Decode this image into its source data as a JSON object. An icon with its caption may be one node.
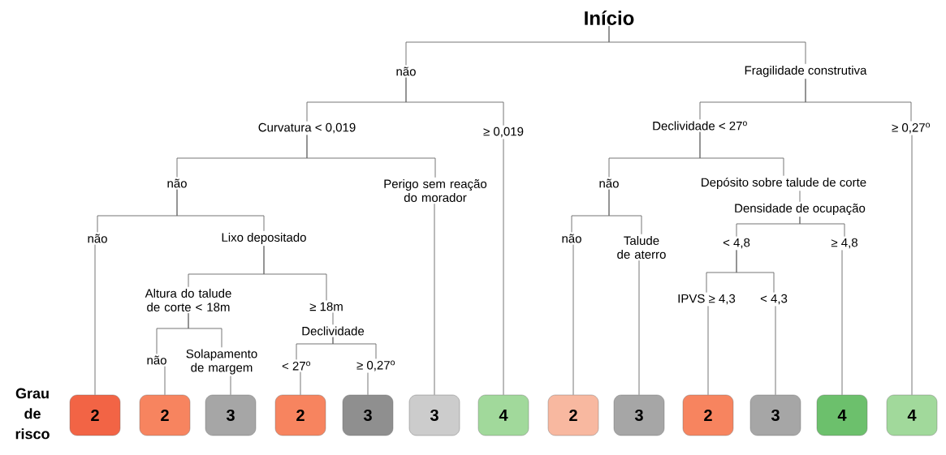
{
  "diagram": {
    "title": "Início",
    "nodes": [
      {
        "text": [
          "não"
        ]
      },
      {
        "text": [
          "Fragilidade construtiva"
        ]
      },
      {
        "text": [
          "Curvatura < 0,019"
        ]
      },
      {
        "text": [
          "≥ 0,019"
        ]
      },
      {
        "text": [
          "Declividade < 27$^{o}$"
        ]
      },
      {
        "text": [
          "≥ 0,27$^{o}$"
        ]
      },
      {
        "text": [
          "não"
        ]
      },
      {
        "text": [
          "Perigo sem reação do morador"
        ]
      },
      {
        "text": [
          "não"
        ]
      },
      {
        "text": [
          "Depósito sobre talude de corte"
        ]
      },
      {
        "text": [
          "não"
        ]
      },
      {
        "text": [
          "Lixo depositado"
        ]
      },
      {
        "text": [
          "não"
        ]
      },
      {
        "text": [
          "Talude de aterro"
        ]
      },
      {
        "text": [
          "Densidade de ocupação"
        ]
      },
      {
        "text": [
          "< 4,8"
        ]
      },
      {
        "text": [
          "≥ 4,8"
        ]
      },
      {
        "text": [
          "Altura do talude de corte < 18m"
        ]
      },
      {
        "text": [
          "≥ 18m"
        ]
      },
      {
        "text": [
          "IPVS ≥ 4,3"
        ]
      },
      {
        "text": [
          "< 4,3"
        ]
      },
      {
        "text": [
          "Declividade"
        ]
      },
      {
        "text": [
          "não"
        ]
      },
      {
        "text": [
          "Solapamento de margem"
        ]
      },
      {
        "text": [
          "< 27$^{o}$"
        ]
      },
      {
        "text": [
          "≥ 0,27$^{o}$"
        ]
      },
      {
        "text": [
          "2"
        ]
      },
      {
        "text": [
          "2"
        ]
      },
      {
        "text": [
          "3"
        ]
      },
      {
        "text": [
          "2"
        ]
      },
      {
        "text": [
          "3"
        ]
      },
      {
        "text": [
          "3"
        ]
      },
      {
        "text": [
          "4"
        ]
      },
      {
        "text": [
          "2"
        ]
      },
      {
        "text": [
          "3"
        ]
      },
      {
        "text": [
          "2"
        ]
      },
      {
        "text": [
          "3"
        ]
      },
      {
        "text": [
          "4"
        ]
      },
      {
        "text": [
          "4"
        ]
      }
    ],
    "edges": [
      {
        "from": null,
        "to": 0,
        "arrow": "none"
      },
      {
        "from": null,
        "to": 1,
        "arrow": "none"
      },
      {
        "from": 0,
        "to": 2,
        "arrow": "none"
      },
      {
        "from": 0,
        "to": 3,
        "arrow": "none"
      },
      {
        "from": 1,
        "to": 4,
        "arrow": "none"
      },
      {
        "from": 1,
        "to": 5,
        "arrow": "none"
      },
      {
        "from": 2,
        "to": 6,
        "arrow": "none"
      },
      {
        "from": 2,
        "to": 7,
        "arrow": "none"
      },
      {
        "from": 4,
        "to": 8,
        "arrow": "none"
      },
      {
        "from": 4,
        "to": 9,
        "arrow": "none"
      },
      {
        "from": 6,
        "to": 10,
        "arrow": "none"
      },
      {
        "from": 6,
        "to": 11,
        "arrow": "none"
      },
      {
        "from": 8,
        "to": 12,
        "arrow": "none"
      },
      {
        "from": 8,
        "to": 13,
        "arrow": "none"
      },
      {
        "from": 9,
        "to": 14,
        "arrow": "none"
      },
      {
        "from": 14,
        "to": 15,
        "arrow": "none"
      },
      {
        "from": 14,
        "to": 16,
        "arrow": "none"
      },
      {
        "from": 11,
        "to": 17,
        "arrow": "none"
      },
      {
        "from": 11,
        "to": 18,
        "arrow": "none"
      },
      {
        "from": 15,
        "to": 19,
        "arrow": "none"
      },
      {
        "from": 15,
        "to": 20,
        "arrow": "none"
      },
      {
        "from": 18,
        "to": 21,
        "arrow": "none"
      },
      {
        "from": 17,
        "to": 22,
        "arrow": "none"
      },
      {
        "from": 17,
        "to": 23,
        "arrow": "none"
      },
      {
        "from": 21,
        "to": 24,
        "arrow": "none"
      },
      {
        "from": 21,
        "to": 25,
        "arrow": "none"
      },
      {
        "from": 10,
        "to": 26,
        "arrow": "none"
      },
      {
        "from": 22,
        "to": 27,
        "arrow": "none"
      },
      {
        "from": 23,
        "to": 28,
        "arrow": "none"
      },
      {
        "from": 24,
        "to": 29,
        "arrow": "none"
      },
      {
        "from": 25,
        "to": 30,
        "arrow": "none"
      },
      {
        "from": 7,
        "to": 31,
        "arrow": "none"
      },
      {
        "from": 3,
        "to": 32,
        "arrow": "none"
      },
      {
        "from": 12,
        "to": 33,
        "arrow": "none"
      },
      {
        "from": 13,
        "to": 34,
        "arrow": "none"
      },
      {
        "from": 19,
        "to": 35,
        "arrow": "none"
      },
      {
        "from": 20,
        "to": 36,
        "arrow": "none"
      },
      {
        "from": 16,
        "to": 37,
        "arrow": "none"
      },
      {
        "from": 5,
        "to": 38,
        "arrow": "none"
      }
    ],
    "labels": [
      "Grau de risco"
    ]
  }
}
